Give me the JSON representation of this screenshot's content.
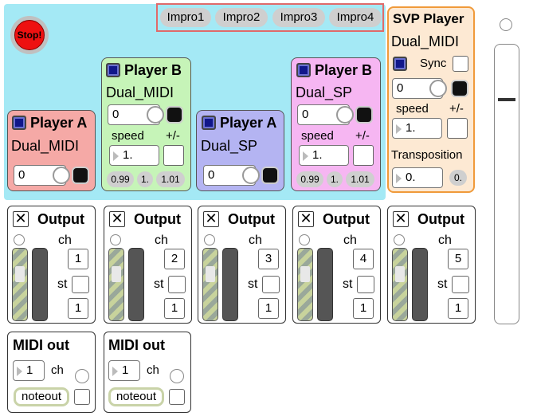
{
  "stop_label": "Stop!",
  "impro_tabs": [
    "Impro1",
    "Impro2",
    "Impro3",
    "Impro4"
  ],
  "player_a1": {
    "title": "Player A",
    "mode": "Dual_MIDI",
    "value": "0"
  },
  "player_b1": {
    "title": "Player B",
    "mode": "Dual_MIDI",
    "value": "0",
    "speed_label": "speed",
    "pm_label": "+/-",
    "speed_value": "1.",
    "presets": [
      "0.99",
      "1.",
      "1.01"
    ]
  },
  "player_a2": {
    "title": "Player A",
    "mode": "Dual_SP",
    "value": "0"
  },
  "player_b2": {
    "title": "Player B",
    "mode": "Dual_SP",
    "value": "0",
    "speed_label": "speed",
    "pm_label": "+/-",
    "speed_value": "1.",
    "presets": [
      "0.99",
      "1.",
      "1.01"
    ]
  },
  "svp": {
    "title": "SVP Player",
    "mode": "Dual_MIDI",
    "sync_label": "Sync",
    "value": "0",
    "speed_label": "speed",
    "pm_label": "+/-",
    "speed_value": "1.",
    "transposition_label": "Transposition",
    "transposition_value": "0.",
    "transposition_reset": "0."
  },
  "outputs": [
    {
      "title": "Output",
      "x_mark": "✕",
      "ch_label": "ch",
      "ch_value": "1",
      "st_label": "st",
      "bottom_value": "1"
    },
    {
      "title": "Output",
      "x_mark": "✕",
      "ch_label": "ch",
      "ch_value": "2",
      "st_label": "st",
      "bottom_value": "1"
    },
    {
      "title": "Output",
      "x_mark": "✕",
      "ch_label": "ch",
      "ch_value": "3",
      "st_label": "st",
      "bottom_value": "1"
    },
    {
      "title": "Output",
      "x_mark": "✕",
      "ch_label": "ch",
      "ch_value": "4",
      "st_label": "st",
      "bottom_value": "1"
    },
    {
      "title": "Output",
      "x_mark": "✕",
      "ch_label": "ch",
      "ch_value": "5",
      "st_label": "st",
      "bottom_value": "1"
    }
  ],
  "midi_outs": [
    {
      "title": "MIDI out",
      "ch_value": "1",
      "ch_label": "ch",
      "noteout_label": "noteout"
    },
    {
      "title": "MIDI out",
      "ch_value": "1",
      "ch_label": "ch",
      "noteout_label": "noteout"
    }
  ],
  "colors": {
    "top_bg": "#a4e9f5",
    "player_a1": "#f5a9a6",
    "player_b1": "#c6f4b8",
    "player_a2": "#b4b4f2",
    "player_b2": "#f6b6f2",
    "svp": "#fde9d3",
    "svp_border": "#f09a3a",
    "tabs_border": "#e06a6a"
  }
}
